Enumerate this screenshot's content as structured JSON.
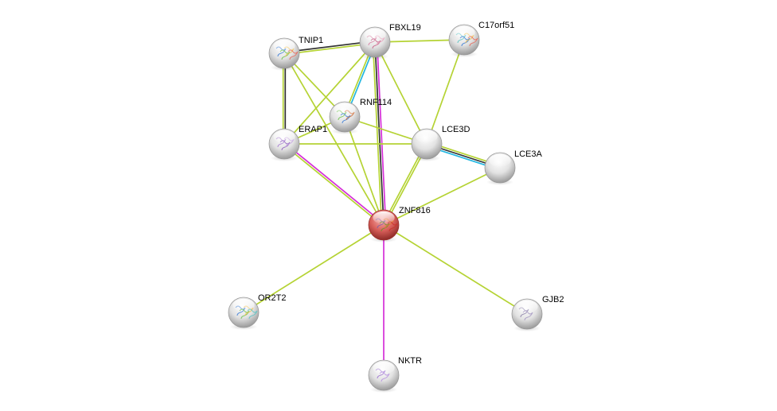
{
  "diagram": {
    "type": "protein-interaction-network",
    "edge_colors": {
      "textmining": "#b5d334",
      "coexpression": "#333333",
      "database": "#22b6e0",
      "experimental": "#d52ed8"
    },
    "nodes": [
      {
        "id": "ZNF816",
        "label": "ZNF816",
        "query": true,
        "color": "#d9534f",
        "structure": true
      },
      {
        "id": "TNIP1",
        "label": "TNIP1",
        "query": false,
        "structure": true
      },
      {
        "id": "FBXL19",
        "label": "FBXL19",
        "query": false,
        "structure": true
      },
      {
        "id": "C17orf51",
        "label": "C17orf51",
        "query": false,
        "structure": true
      },
      {
        "id": "RNF114",
        "label": "RNF114",
        "query": false,
        "structure": true
      },
      {
        "id": "ERAP1",
        "label": "ERAP1",
        "query": false,
        "structure": true
      },
      {
        "id": "LCE3D",
        "label": "LCE3D",
        "query": false,
        "structure": false
      },
      {
        "id": "LCE3A",
        "label": "LCE3A",
        "query": false,
        "structure": false
      },
      {
        "id": "OR2T2",
        "label": "OR2T2",
        "query": false,
        "structure": true
      },
      {
        "id": "GJB2",
        "label": "GJB2",
        "query": false,
        "structure": true
      },
      {
        "id": "NKTR",
        "label": "NKTR",
        "query": false,
        "structure": true
      }
    ],
    "edges": [
      {
        "from": "TNIP1",
        "to": "FBXL19",
        "types": [
          "coexpression",
          "textmining"
        ]
      },
      {
        "from": "TNIP1",
        "to": "ERAP1",
        "types": [
          "coexpression",
          "textmining"
        ]
      },
      {
        "from": "TNIP1",
        "to": "RNF114",
        "types": [
          "textmining"
        ]
      },
      {
        "from": "TNIP1",
        "to": "ZNF816",
        "types": [
          "textmining"
        ]
      },
      {
        "from": "FBXL19",
        "to": "C17orf51",
        "types": [
          "textmining"
        ]
      },
      {
        "from": "FBXL19",
        "to": "ERAP1",
        "types": [
          "textmining"
        ]
      },
      {
        "from": "FBXL19",
        "to": "RNF114",
        "types": [
          "database",
          "textmining"
        ]
      },
      {
        "from": "FBXL19",
        "to": "ZNF816",
        "types": [
          "experimental",
          "coexpression",
          "textmining"
        ]
      },
      {
        "from": "FBXL19",
        "to": "LCE3D",
        "types": [
          "textmining"
        ]
      },
      {
        "from": "C17orf51",
        "to": "LCE3D",
        "types": [
          "textmining"
        ]
      },
      {
        "from": "RNF114",
        "to": "ERAP1",
        "types": [
          "textmining"
        ]
      },
      {
        "from": "RNF114",
        "to": "LCE3D",
        "types": [
          "textmining"
        ]
      },
      {
        "from": "RNF114",
        "to": "ZNF816",
        "types": [
          "textmining"
        ]
      },
      {
        "from": "ERAP1",
        "to": "LCE3D",
        "types": [
          "textmining"
        ]
      },
      {
        "from": "ERAP1",
        "to": "ZNF816",
        "types": [
          "experimental",
          "textmining"
        ]
      },
      {
        "from": "LCE3D",
        "to": "LCE3A",
        "types": [
          "textmining",
          "coexpression",
          "database"
        ]
      },
      {
        "from": "LCE3D",
        "to": "ZNF816",
        "types": [
          "textmining",
          "textmining"
        ]
      },
      {
        "from": "LCE3A",
        "to": "ZNF816",
        "types": [
          "textmining"
        ]
      },
      {
        "from": "ZNF816",
        "to": "OR2T2",
        "types": [
          "textmining"
        ]
      },
      {
        "from": "ZNF816",
        "to": "GJB2",
        "types": [
          "textmining"
        ]
      },
      {
        "from": "ZNF816",
        "to": "NKTR",
        "types": [
          "experimental"
        ]
      }
    ]
  }
}
